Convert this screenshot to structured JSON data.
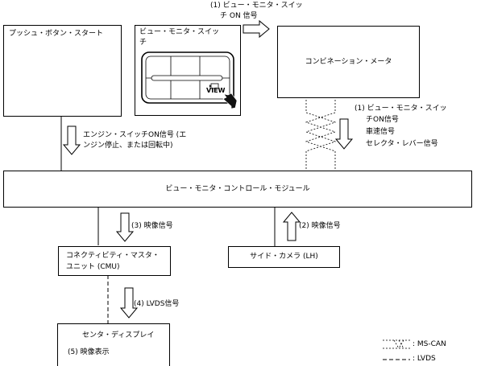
{
  "boxes": {
    "push_start": "プッシュ・ボタン・スタート",
    "view_switch": "ビュー・モニタ・スイッチ",
    "view_button": "VIEW",
    "meter": "コンビネーション・メータ",
    "vmcm": "ビュー・モニタ・コントロール・モジュール",
    "cmu_line1": "コネクティビティ・マスタ・",
    "cmu_line2": "ユニット (CMU)",
    "side_camera": "サイド・カメラ (LH)",
    "center_display": "センタ・ディスプレイ"
  },
  "signals": {
    "sw_on_top_line1": "(1) ビュー・モニタ・スイッ",
    "sw_on_top_line2": "チ ON 信号",
    "meter_line1": "(1) ビュー・モニタ・スイッ",
    "meter_line2": "チON信号",
    "meter_line3": "車速信号",
    "meter_line4": "セレクタ・レバー信号",
    "engine_line1": "エンジン・スイッチON信号 (エ",
    "engine_line2": "ンジン停止、または回転中)",
    "video3": "(3) 映像信号",
    "video2": "(2) 映像信号",
    "lvds4": "(4) LVDS信号",
    "display5": "(5) 映像表示"
  },
  "legend": {
    "mscan": ": MS-CAN",
    "lvds": ": LVDS"
  }
}
